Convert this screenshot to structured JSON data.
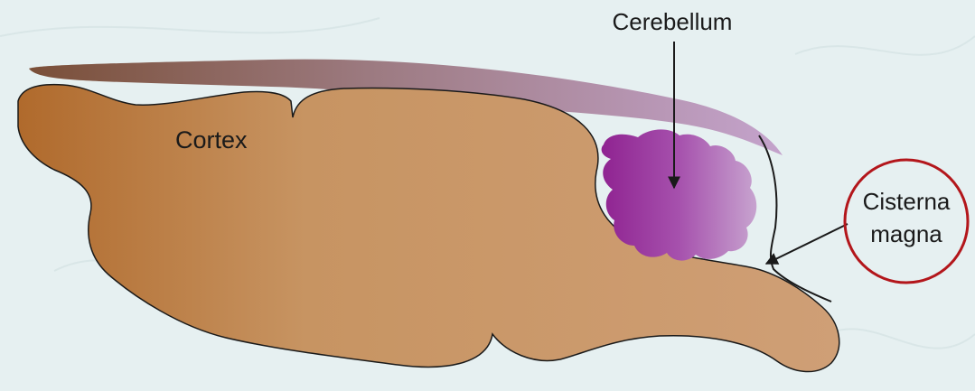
{
  "labels": {
    "cortex": "Cortex",
    "cerebellum": "Cerebellum",
    "cisterna_line1": "Cisterna",
    "cisterna_line2": "magna"
  },
  "colors": {
    "background": "#e6f0f1",
    "brain_left": "#b06a2c",
    "brain_right": "#c99a72",
    "meninges_left": "#7a4f38",
    "meninges_right": "#c4a3cc",
    "cerebellum_left": "#8f2391",
    "cerebellum_right": "#c39ccc",
    "highlight_circle": "#b3161b",
    "outline": "#1a1a1a"
  },
  "icons": {
    "cerebellum_arrow": "arrow-down-icon",
    "cisterna_arrow": "arrow-down-left-icon",
    "highlight": "circle-outline-icon"
  }
}
